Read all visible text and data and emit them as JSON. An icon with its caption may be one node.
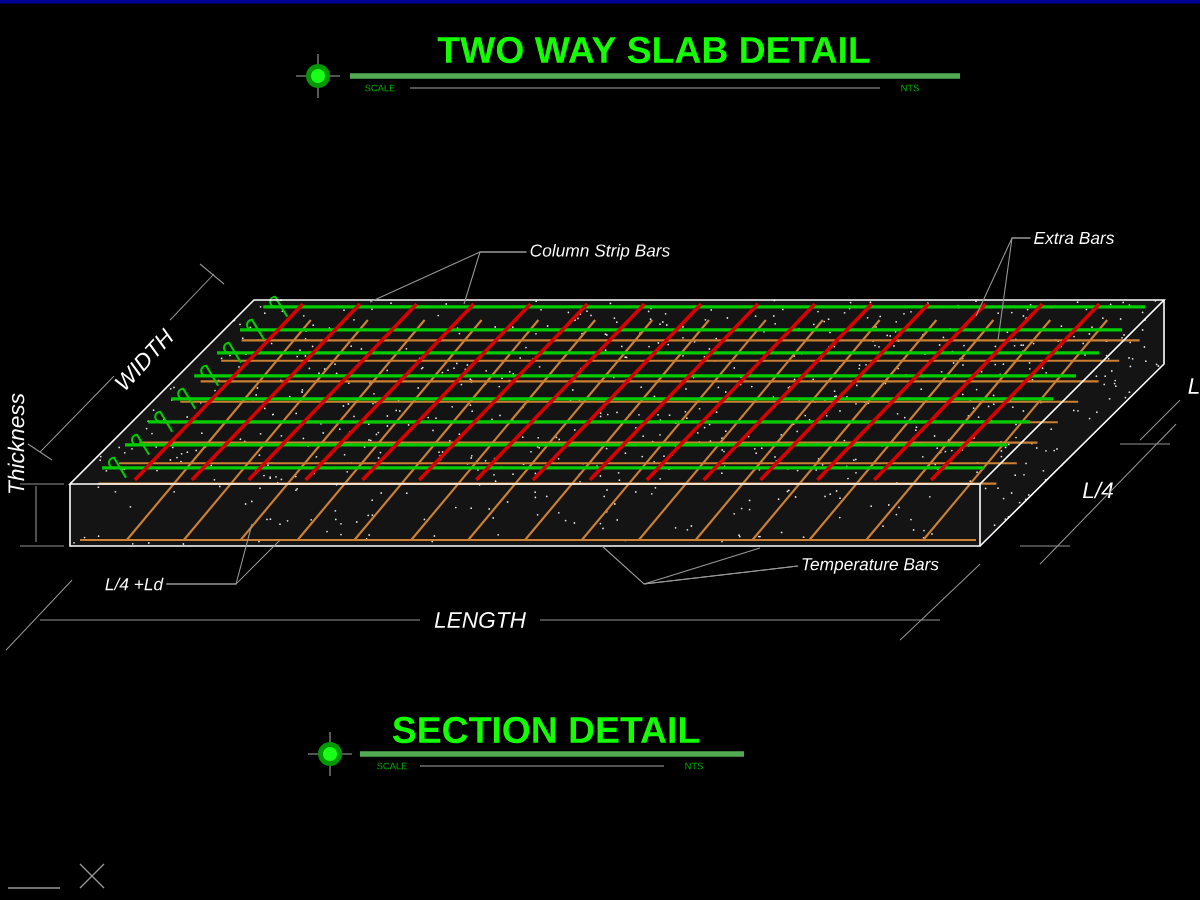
{
  "diagram": {
    "title": "TWO WAY SLAB DETAIL",
    "nodes": [
      {
        "text": [],
        "shape": "picture"
      },
      {
        "text": [
          "Column Strip Bars"
        ]
      },
      {
        "text": [
          "Extra Bars"
        ]
      },
      {
        "text": [
          "Temperature Bars"
        ]
      },
      {
        "text": [
          "L/4 +Ld"
        ]
      }
    ],
    "edges": [
      {
        "from": 1,
        "to": 0,
        "arrow": "none"
      },
      {
        "from": 1,
        "to": 0,
        "arrow": "none"
      },
      {
        "from": 2,
        "to": 0,
        "arrow": "none"
      },
      {
        "from": 2,
        "to": 0,
        "arrow": "none"
      },
      {
        "from": 3,
        "to": 0,
        "arrow": "none"
      },
      {
        "from": 3,
        "to": 0,
        "arrow": "none"
      },
      {
        "from": 4,
        "to": 0,
        "arrow": "none"
      },
      {
        "from": 4,
        "to": 0,
        "arrow": "none"
      }
    ],
    "labels": [
      "SCALE",
      "NTS",
      "WIDTH",
      "Thickness",
      "L",
      "L/4",
      "LENGTH",
      "SECTION DETAIL",
      "SCALE",
      "NTS"
    ]
  }
}
